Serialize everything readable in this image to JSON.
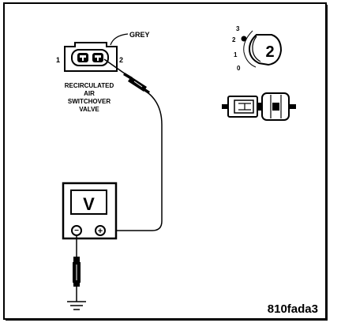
{
  "connector": {
    "wire_color_label": "GREY",
    "pin_left_label": "1",
    "pin_right_label": "2",
    "name_lines": [
      "RECIRCULATED",
      "AIR",
      "SWITCHOVER",
      "VALVE"
    ]
  },
  "meter": {
    "display_symbol": "V",
    "negative_symbol": "−",
    "positive_symbol": "+"
  },
  "selector_scale": {
    "labels": [
      "3",
      "2",
      "1",
      "0"
    ],
    "selected_position": "2"
  },
  "figure_id": "810fada3",
  "colors": {
    "ink": "#000000",
    "paper": "#ffffff"
  }
}
